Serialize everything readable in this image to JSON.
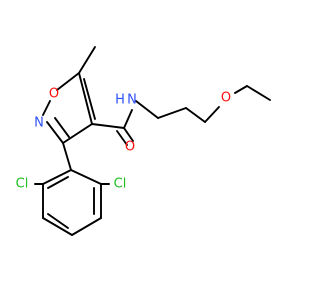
{
  "molecule": {
    "labels": {
      "O_ring": "O",
      "N_ring": "N",
      "NH": "N",
      "H": "H",
      "O_carbonyl": "O",
      "O_ether": "O",
      "Cl_left": "Cl",
      "Cl_right": "Cl"
    },
    "colors": {
      "bond": "#000000",
      "oxygen": "#ff0d0d",
      "nitrogen": "#3050f8",
      "chlorine": "#1fc01f"
    }
  }
}
